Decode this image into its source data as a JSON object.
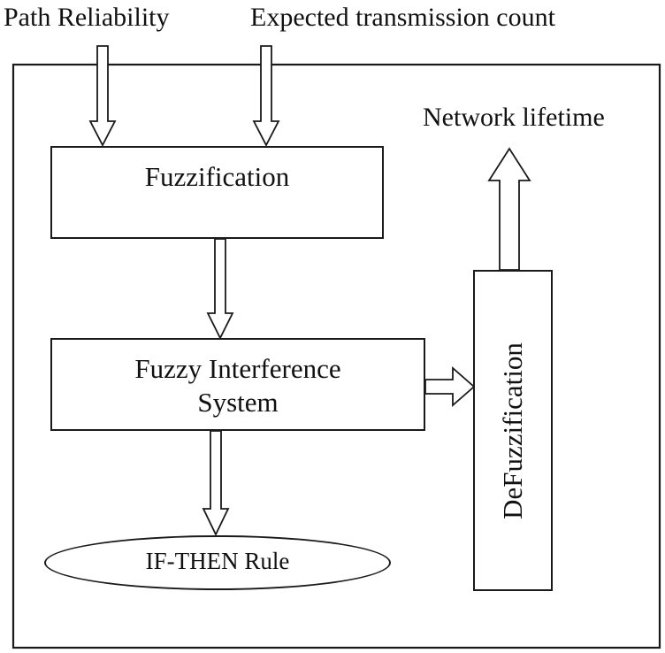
{
  "inputs": {
    "path_reliability": "Path Reliability",
    "expected_transmission_count": "Expected transmission count"
  },
  "output": {
    "network_lifetime": "Network lifetime"
  },
  "blocks": {
    "fuzzification": "Fuzzification",
    "fuzzy_interference_line1": "Fuzzy Interference",
    "fuzzy_interference_line2": "System",
    "if_then_rule": "IF-THEN Rule",
    "defuzzification": "DeFuzzification"
  }
}
